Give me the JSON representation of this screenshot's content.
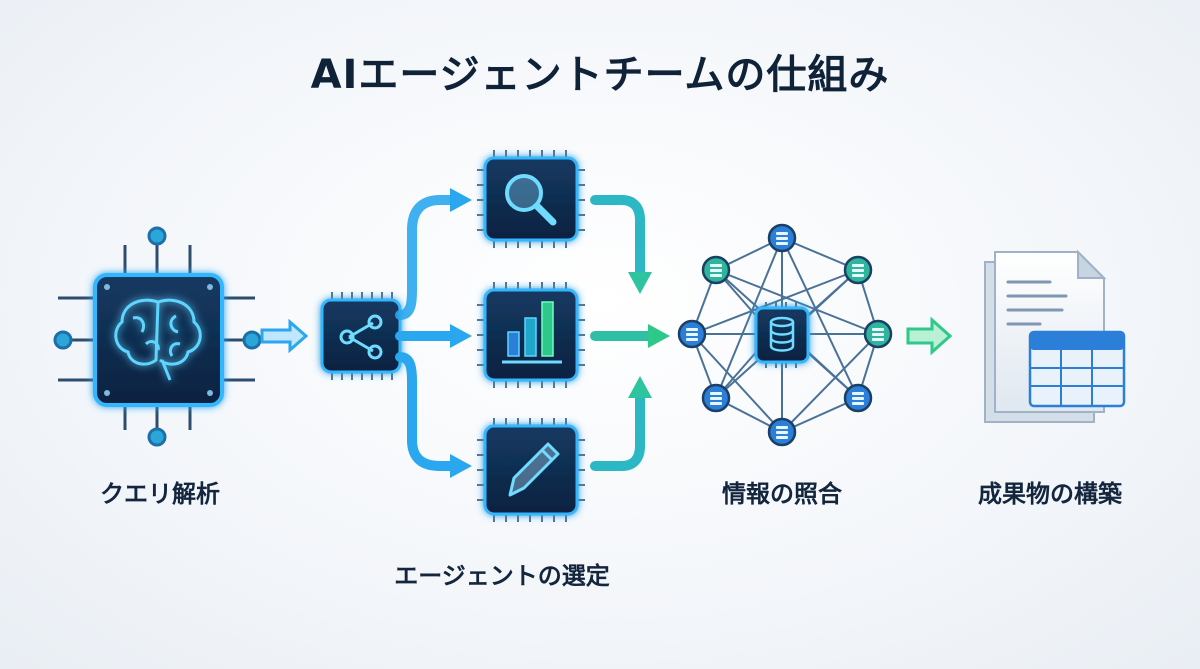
{
  "title": "AIエージェントチームの仕組み",
  "steps": {
    "query_analysis": "クエリ解析",
    "agent_selection": "エージェントの選定",
    "info_matching": "情報の照合",
    "deliverable_build": "成果物の構築"
  },
  "colors": {
    "chip_dark": "#0d2a4a",
    "glow_blue": "#1e9bff",
    "arrow_blue": "#2aa7ee",
    "arrow_green": "#2ec98a",
    "node_teal": "#2fb5a8",
    "node_blue": "#2c7fd8"
  },
  "icons": [
    "brain-icon",
    "share-icon",
    "magnifier-icon",
    "bar-chart-icon",
    "pen-icon",
    "database-icon",
    "document-icon",
    "table-icon"
  ]
}
